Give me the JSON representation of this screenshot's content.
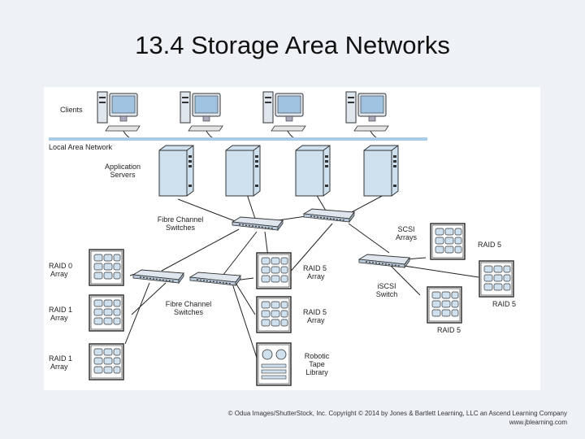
{
  "slide": {
    "title": "13.4 Storage Area Networks"
  },
  "diagram": {
    "labels": {
      "clients": "Clients",
      "lan": "Local Area Network",
      "app_servers_1": "Application",
      "app_servers_2": "Servers",
      "fc_switches_top_1": "Fibre Channel",
      "fc_switches_top_2": "Switches",
      "fc_switches_bottom_1": "Fibre Channel",
      "fc_switches_bottom_2": "Switches",
      "scsi_1": "SCSI",
      "scsi_2": "Arrays",
      "iscsi_1": "iSCSI",
      "iscsi_2": "Switch",
      "raid0_1": "RAID 0",
      "raid0_2": "Array",
      "raid1a_1": "RAID 1",
      "raid1a_2": "Array",
      "raid1b_1": "RAID 1",
      "raid1b_2": "Array",
      "raid5a_1": "RAID 5",
      "raid5a_2": "Array",
      "raid5b_1": "RAID 5",
      "raid5b_2": "Array",
      "robotic_1": "Robotic",
      "robotic_2": "Tape",
      "robotic_3": "Library",
      "raid5_scsi": "RAID 5",
      "raid5_right": "RAID 5",
      "raid5_bottom": "RAID 5"
    },
    "colors": {
      "lan": "#a9cbe6",
      "device": "#cfe0ef",
      "device_dark": "#3a4a5a",
      "screen": "#9fc3e0"
    }
  },
  "footer": {
    "copyright": "© Odua Images/ShutterStock, Inc. Copyright © 2014 by Jones & Bartlett Learning, LLC an Ascend Learning Company",
    "url": "www.jblearning.com"
  }
}
